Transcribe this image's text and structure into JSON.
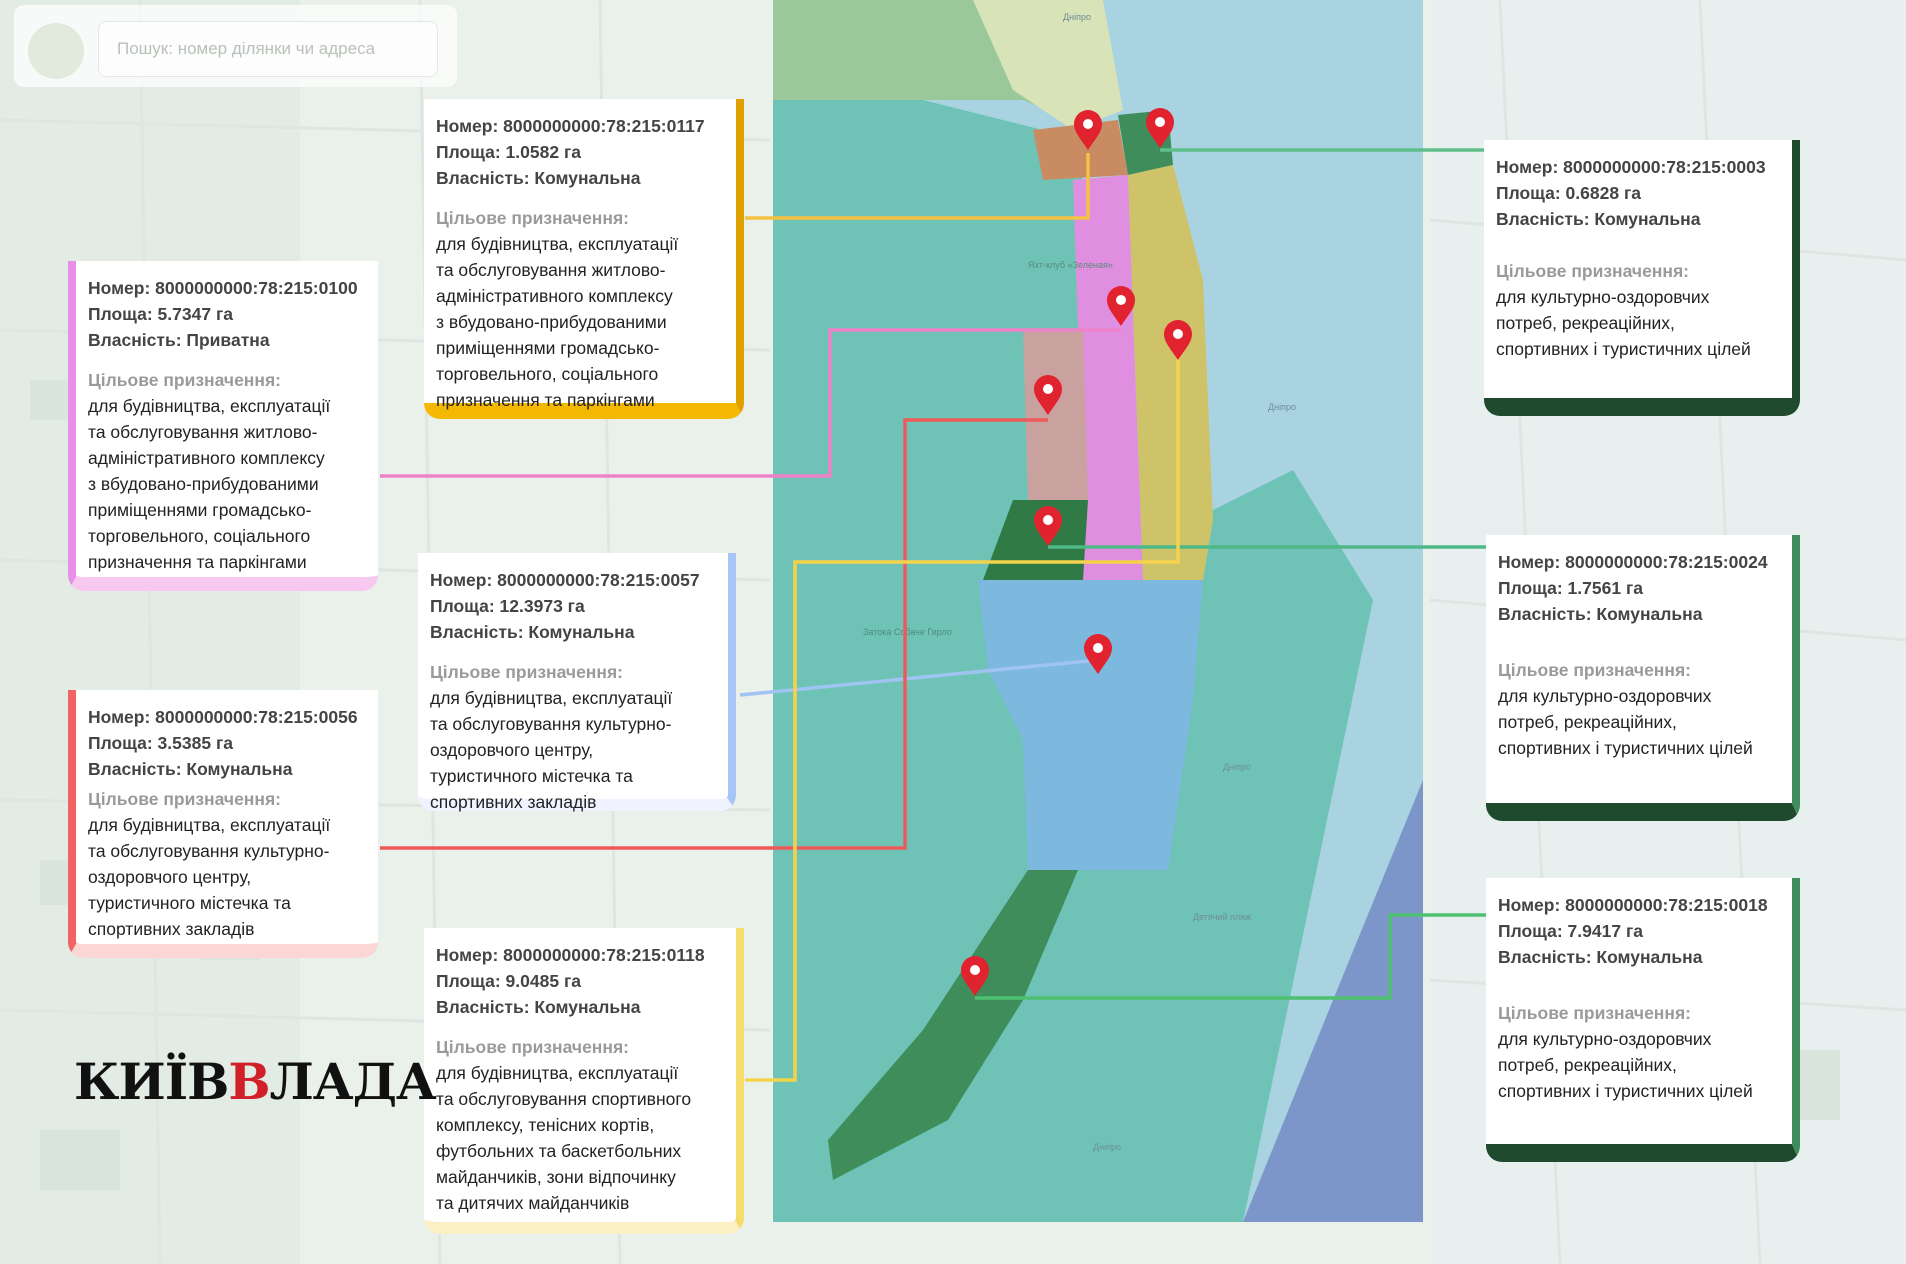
{
  "search": {
    "placeholder": "Пошук: номер ділянки чи адреса"
  },
  "logo": {
    "part1": "КИЇВ",
    "part2": "В",
    "part3": "ЛАДА"
  },
  "map_labels": {
    "club": "Яхт-клуб «Зеленая»",
    "river1": "Дніпро",
    "river2": "Дніпро",
    "river3": "Дніпро",
    "river4": "Дніпро",
    "beach": "Детячий пляж",
    "lake": "Затока Собаче Гирло"
  },
  "colors": {
    "water": "#a9d3e0",
    "teal_zone": "#6ec3b6",
    "orange": "#f5b800",
    "pink": "#e88fe8",
    "red": "#f26464",
    "blue": "#a8c6f5",
    "yellow": "#f5dc6c",
    "green_dark": "#1f4a2e",
    "green_mid": "#3e8d5b"
  },
  "parcels": [
    {
      "id": "0117",
      "number": "Номер: 8000000000:78:215:0117",
      "area": "Площа: 1.0582 га",
      "ownership": "Власність: Комунальна",
      "purpose_title": "Цільове призначення:",
      "purpose": "для будівництва, експлуатації\n та обслуговування житлово-\nадміністративного комплексу\nз вбудовано-прибудованими\nприміщеннями громадсько-\nторговельного, соціального\nпризначення та паркінгами"
    },
    {
      "id": "0100",
      "number": "Номер: 8000000000:78:215:0100",
      "area": "Площа: 5.7347 га",
      "ownership": "Власність: Приватна",
      "purpose_title": "Цільове призначення:",
      "purpose": "для будівництва, експлуатації\nта обслуговування житлово-\nадміністративного комплексу\nз вбудовано-прибудованими\nприміщеннями громадсько-\nторговельного, соціального\nпризначення та паркінгами"
    },
    {
      "id": "0003",
      "number": "Номер: 8000000000:78:215:0003",
      "area": "Площа: 0.6828 га",
      "ownership": "Власність: Комунальна",
      "purpose_title": "Цільове призначення:",
      "purpose": "для культурно-оздоровчих\nпотреб, рекреаційних,\nспортивних і туристичних цілей"
    },
    {
      "id": "0057",
      "number": "Номер: 8000000000:78:215:0057",
      "area": "Площа: 12.3973 га",
      "ownership": "Власність: Комунальна",
      "purpose_title": "Цільове призначення:",
      "purpose": "для будівництва, експлуатації\nта обслуговування культурно-\nоздоровчого центру,\nтуристичного містечка та\nспортивних закладів"
    },
    {
      "id": "0024",
      "number": "Номер: 8000000000:78:215:0024",
      "area": "Площа: 1.7561 га",
      "ownership": "Власність: Комунальна",
      "purpose_title": "Цільове призначення:",
      "purpose": "для культурно-оздоровчих\nпотреб, рекреаційних,\nспортивних і туристичних цілей"
    },
    {
      "id": "0056",
      "number": "Номер: 8000000000:78:215:0056",
      "area": "Площа: 3.5385 га",
      "ownership": "Власність: Комунальна",
      "purpose_title": "Цільове призначення:",
      "purpose": "для будівництва, експлуатації\nта обслуговування культурно-\nоздоровчого центру,\nтуристичного містечка та\nспортивних закладів"
    },
    {
      "id": "0118",
      "number": "Номер: 8000000000:78:215:0118",
      "area": "Площа: 9.0485 га",
      "ownership": "Власність: Комунальна",
      "purpose_title": "Цільове призначення:",
      "purpose": "для будівництва, експлуатації\nта обслуговування спортивного\nкомплексу, тенісних кортів,\nфутбольних та баскетбольних\nмайданчиків, зони відпочинку\nта дитячих майданчиків"
    },
    {
      "id": "0018",
      "number": "Номер: 8000000000:78:215:0018",
      "area": "Площа: 7.9417 га",
      "ownership": "Власність: Комунальна",
      "purpose_title": "Цільове призначення:",
      "purpose": "для культурно-оздоровчих\nпотреб, рекреаційних,\nспортивних і туристичних цілей"
    }
  ]
}
